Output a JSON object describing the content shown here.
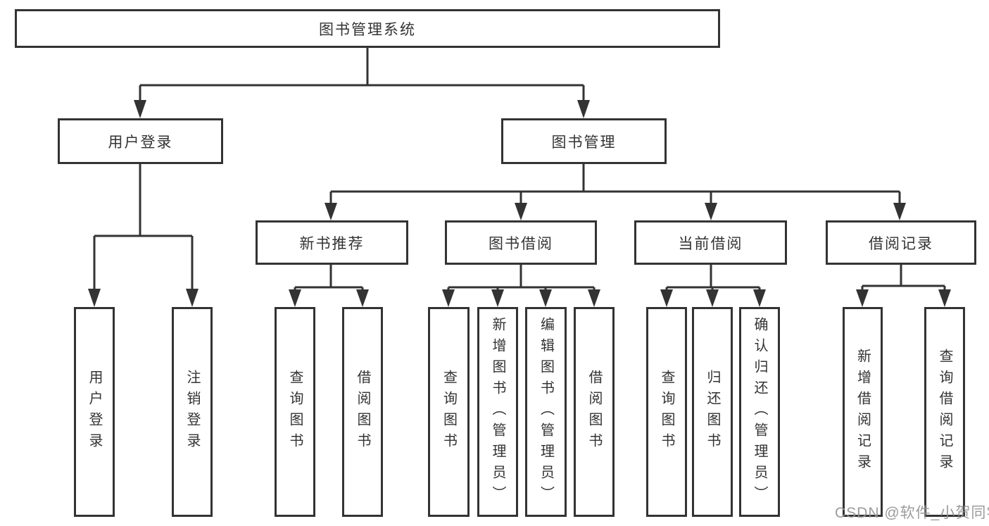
{
  "tree": {
    "root": {
      "label": "图书管理系统"
    },
    "branches": [
      {
        "label": "用户登录",
        "children": [
          {
            "label": "用户登录"
          },
          {
            "label": "注销登录"
          }
        ]
      },
      {
        "label": "图书管理",
        "children": [
          {
            "label": "新书推荐",
            "children": [
              {
                "label": "查询图书"
              },
              {
                "label": "借阅图书"
              }
            ]
          },
          {
            "label": "图书借阅",
            "children": [
              {
                "label": "查询图书"
              },
              {
                "label": "新增图书（管理员）"
              },
              {
                "label": "编辑图书（管理员）"
              },
              {
                "label": "借阅图书"
              }
            ]
          },
          {
            "label": "当前借阅",
            "children": [
              {
                "label": "查询图书"
              },
              {
                "label": "归还图书"
              },
              {
                "label": "确认归还（管理员）"
              }
            ]
          },
          {
            "label": "借阅记录",
            "children": [
              {
                "label": "新增借阅记录"
              },
              {
                "label": "查询借阅记录"
              }
            ]
          }
        ]
      }
    ]
  },
  "watermark": "CSDN @软件_小贺同学",
  "colors": {
    "line": "#333333",
    "border": "#333333",
    "text": "#333333",
    "watermark": "#949494",
    "background": "#ffffff"
  }
}
